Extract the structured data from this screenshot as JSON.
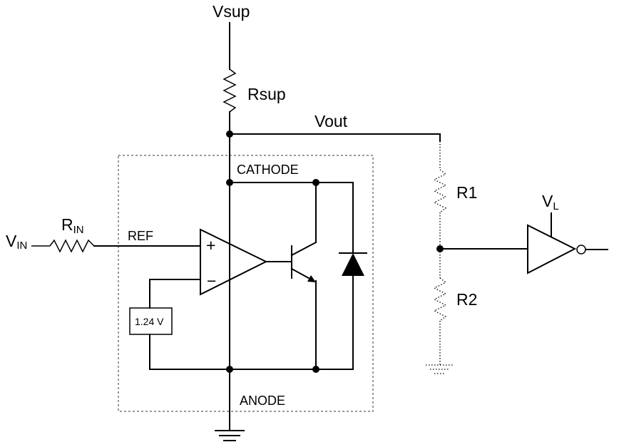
{
  "labels": {
    "vsup": "Vsup",
    "rsup": "Rsup",
    "vout": "Vout",
    "cathode": "CATHODE",
    "anode": "ANODE",
    "ref": "REF",
    "vin_main": "V",
    "vin_sub": "IN",
    "rin_main": "R",
    "rin_sub": "IN",
    "r1": "R1",
    "r2": "R2",
    "vl_main": "V",
    "vl_sub": "L",
    "ref_voltage": "1.24 V",
    "opamp_plus": "+",
    "opamp_minus": "−"
  }
}
